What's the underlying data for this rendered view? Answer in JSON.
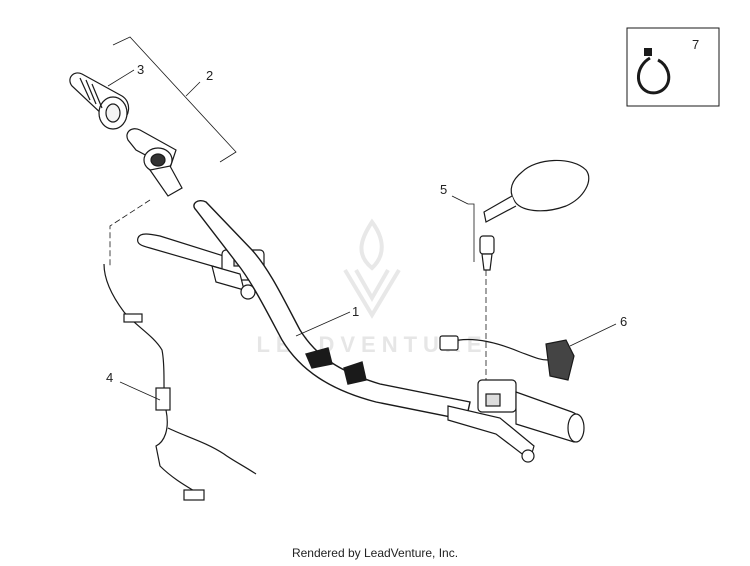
{
  "callouts": {
    "c1": "1",
    "c2": "2",
    "c3": "3",
    "c4": "4",
    "c5": "5",
    "c6": "6",
    "c7": "7"
  },
  "watermark": {
    "brand": "LEADVENTURE"
  },
  "footer": {
    "credit": "Rendered by LeadVenture, Inc."
  },
  "colors": {
    "line": "#1a1a1a",
    "watermark": "#e6e6e6"
  }
}
